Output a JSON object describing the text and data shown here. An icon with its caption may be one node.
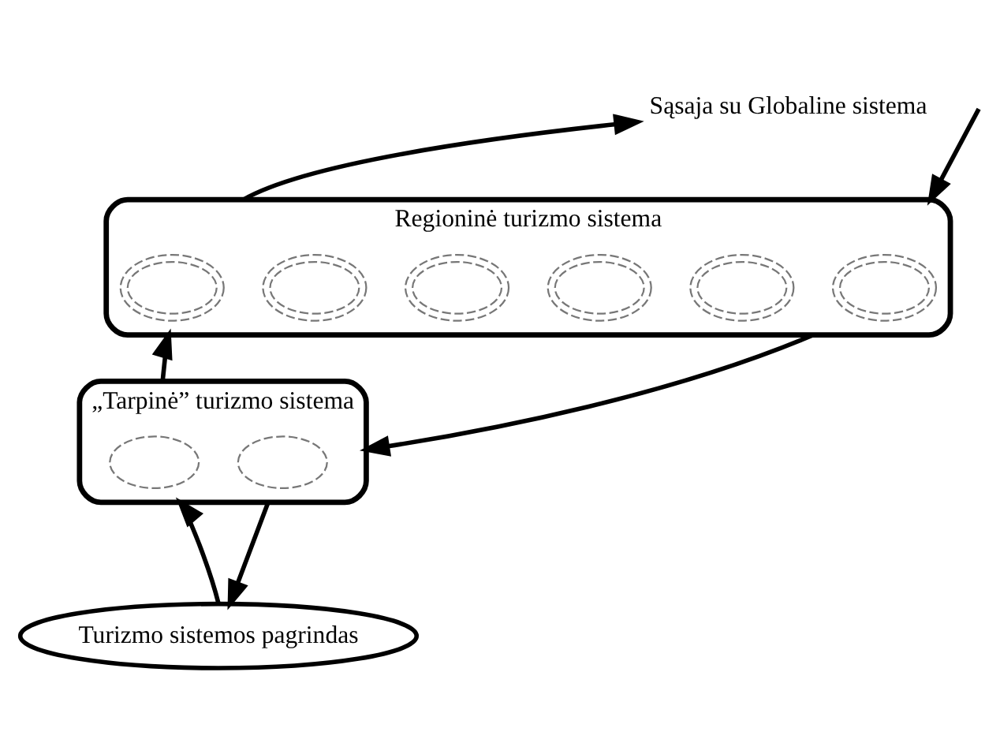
{
  "diagram": {
    "nodes": [
      {
        "text": [
          "Sąsaja su Globaline sistema"
        ]
      },
      {
        "text": [
          "Regioninė turizmo sistema"
        ]
      },
      {
        "text": [],
        "shape": "ellipse",
        "in": 1
      },
      {
        "text": [],
        "shape": "ellipse",
        "in": 1
      },
      {
        "text": [],
        "shape": "ellipse",
        "in": 1
      },
      {
        "text": [],
        "shape": "ellipse",
        "in": 1
      },
      {
        "text": [],
        "shape": "ellipse",
        "in": 1
      },
      {
        "text": [],
        "shape": "ellipse",
        "in": 1
      },
      {
        "text": [
          "„Tarpinė” turizmo sistema"
        ]
      },
      {
        "text": [],
        "shape": "ellipse",
        "in": 8
      },
      {
        "text": [],
        "shape": "ellipse",
        "in": 8
      },
      {
        "text": [
          "Turizmo sistemos pagrindas"
        ]
      }
    ],
    "edges": [
      {
        "from": null,
        "to": 1,
        "arrow": "to"
      },
      {
        "from": 1,
        "to": 0,
        "arrow": "to"
      },
      {
        "from": 1,
        "to": 8,
        "arrow": "to"
      },
      {
        "from": 8,
        "to": 1,
        "arrow": "to"
      },
      {
        "from": 8,
        "to": 11,
        "arrow": "to"
      },
      {
        "from": 11,
        "to": 8,
        "arrow": "to"
      }
    ]
  }
}
